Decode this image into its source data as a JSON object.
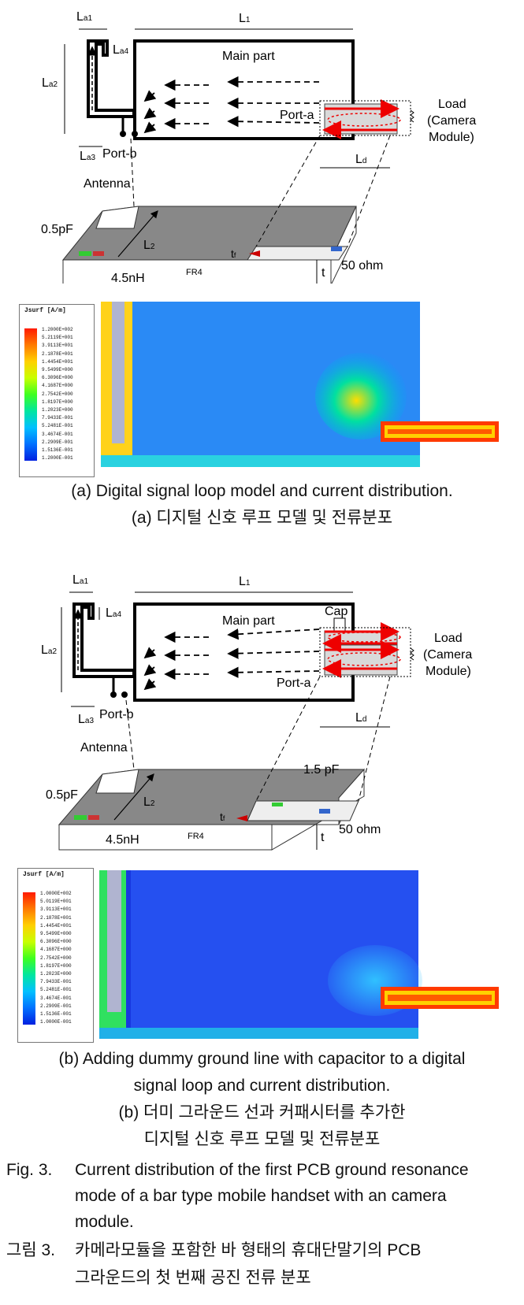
{
  "panel_a": {
    "dims": {
      "la1": "L",
      "la1_sub": "a1",
      "la4": "L",
      "la4_sub": "a4",
      "la2": "L",
      "la2_sub": "a2",
      "la3": "L",
      "la3_sub": "a3",
      "l1": "L",
      "l1_sub": "1",
      "l2": "L",
      "l2_sub": "2",
      "ld": "L",
      "ld_sub": "d",
      "tf": "t",
      "tf_sub": "f",
      "t": "t"
    },
    "main_part": "Main part",
    "port_a": "Port-a",
    "port_b": "Port-b",
    "load_1": "Load",
    "load_2": "(Camera",
    "load_3": "Module)",
    "antenna": "Antenna",
    "cap_05": "0.5pF",
    "ind": "4.5nH",
    "fr4": "FR4",
    "ohm": "50 ohm",
    "legend_title": "Jsurf [A/m]",
    "legend_ticks": [
      "1.2000E+002",
      "5.2119E+001",
      "3.9113E+001",
      "2.1878E+001",
      "1.4454E+001",
      "9.5499E+000",
      "6.3096E+000",
      "4.1687E+000",
      "2.7542E+000",
      "1.8197E+000",
      "1.2023E+000",
      "7.9433E-001",
      "5.2481E-001",
      "3.4674E-001",
      "2.2909E-001",
      "1.5136E-001",
      "1.2000E-001"
    ],
    "caption_en": "(a) Digital signal loop model and current distribution.",
    "caption_ko": "(a) 디지털 신호 루프 모델 및 전류분포"
  },
  "panel_b": {
    "dims": {
      "la1": "L",
      "la1_sub": "a1",
      "la4": "L",
      "la4_sub": "a4",
      "la2": "L",
      "la2_sub": "a2",
      "la3": "L",
      "la3_sub": "a3",
      "l1": "L",
      "l1_sub": "1",
      "l2": "L",
      "l2_sub": "2",
      "ld": "L",
      "ld_sub": "d",
      "tf": "t",
      "tf_sub": "f",
      "t": "t"
    },
    "main_part": "Main part",
    "cap": "Cap",
    "port_a": "Port-a",
    "port_b": "Port-b",
    "load_1": "Load",
    "load_2": "(Camera",
    "load_3": "Module)",
    "antenna": "Antenna",
    "cap_15": "1.5 pF",
    "cap_05": "0.5pF",
    "ind": "4.5nH",
    "fr4": "FR4",
    "ohm": "50 ohm",
    "legend_title": "Jsurf [A/m]",
    "legend_ticks": [
      "1.0000E+002",
      "5.0119E+001",
      "3.9113E+001",
      "2.1878E+001",
      "1.4454E+001",
      "9.5499E+000",
      "6.3096E+000",
      "4.1687E+000",
      "2.7542E+000",
      "1.8197E+000",
      "1.2023E+000",
      "7.9433E-001",
      "5.2481E-001",
      "3.4674E-001",
      "2.2909E-001",
      "1.5136E-001",
      "1.0000E-001"
    ],
    "caption_en_1": "(b) Adding dummy ground line with capacitor to a digital",
    "caption_en_2": "signal loop and current distribution.",
    "caption_ko_1": "(b) 더미 그라운드 선과 커패시터를 추가한",
    "caption_ko_2": "디지털 신호 루프 모델 및 전류분포"
  },
  "figure": {
    "label_en": "Fig.  3.",
    "text_en_1": "Current distribution of the first PCB ground resonance",
    "text_en_2": "mode of a bar type mobile handset with an camera",
    "text_en_3": "module.",
    "label_ko": "그림 3.",
    "text_ko_1": "카메라모듈을 포함한 바 형태의 휴대단말기의 PCB",
    "text_ko_2": "그라운드의 첫 번째 공진 전류 분포"
  }
}
